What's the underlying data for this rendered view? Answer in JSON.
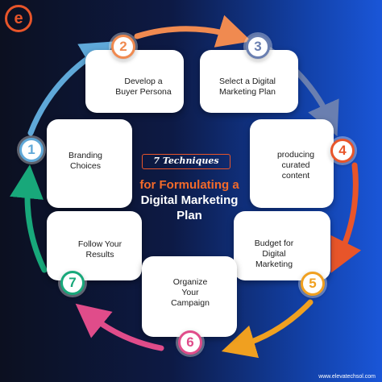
{
  "logo": {
    "letter": "e"
  },
  "center": {
    "tag": "7 Techniques",
    "title_lines": [
      "for Formulating a",
      "Digital Marketing",
      "Plan"
    ]
  },
  "steps": [
    {
      "number": "1",
      "label": "Branding\nChoices",
      "color": "#5fa8d8"
    },
    {
      "number": "2",
      "label": "Develop a\nBuyer Persona",
      "color": "#f08a50"
    },
    {
      "number": "3",
      "label": "Select a Digital\nMarketing Plan",
      "color": "#6a7fb0"
    },
    {
      "number": "4",
      "label": "producing\ncurated\ncontent",
      "color": "#e8552a"
    },
    {
      "number": "5",
      "label": "Budget for\nDigital\nMarketing",
      "color": "#f0a020"
    },
    {
      "number": "6",
      "label": "Organize\nYour\nCampaign",
      "color": "#e04c8a"
    },
    {
      "number": "7",
      "label": "Follow Your\nResults",
      "color": "#18a87a"
    }
  ],
  "footer": {
    "url": "www.elevatechsol.com"
  }
}
